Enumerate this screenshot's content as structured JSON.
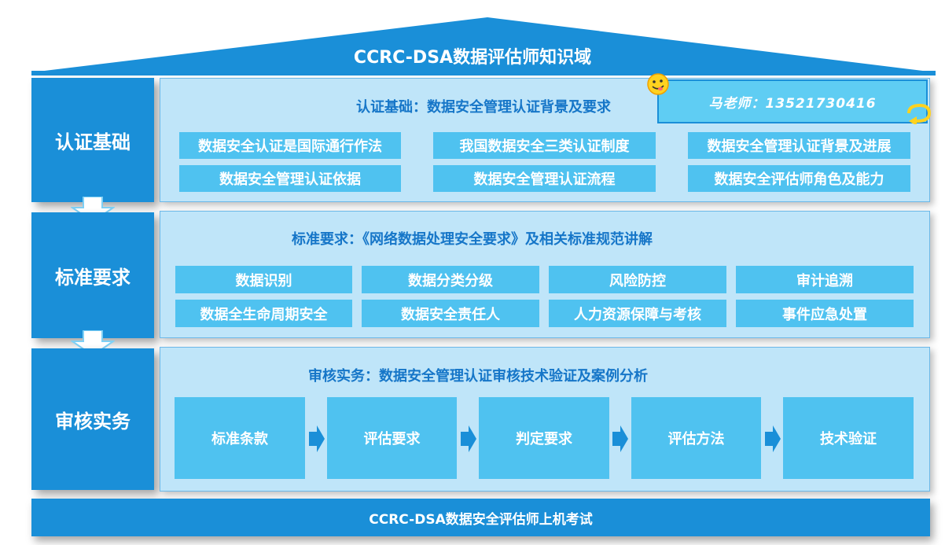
{
  "title": "CCRC-DSA数据评估师知识域",
  "footer": "CCRC-DSA数据安全评估师上机考试",
  "teacher": "马老师：13521730416",
  "sections": [
    {
      "side_label": "认证基础",
      "heading": "认证基础：数据安全管理认证背景及要求",
      "items": [
        "数据安全认证是国际通行作法",
        "我国数据安全三类认证制度",
        "数据安全管理认证背景及进展",
        "数据安全管理认证依据",
        "数据安全管理认证流程",
        "数据安全评估师角色及能力"
      ]
    },
    {
      "side_label": "标准要求",
      "heading": "标准要求：《网络数据处理安全要求》及相关标准规范讲解",
      "items": [
        "数据识别",
        "数据分类分级",
        "风险防控",
        "审计追溯",
        "数据全生命周期安全",
        "数据安全责任人",
        "人力资源保障与考核",
        "事件应急处置"
      ]
    },
    {
      "side_label": "审核实务",
      "heading": "审核实务：数据安全管理认证审核技术验证及案例分析",
      "flow": [
        "标准条款",
        "评估要求",
        "判定要求",
        "评估方法",
        "技术验证"
      ]
    }
  ],
  "colors": {
    "primary": "#1a8fd8",
    "panel": "#bfe5f9",
    "chip": "#4fc2f0",
    "heading": "#1676c8"
  }
}
